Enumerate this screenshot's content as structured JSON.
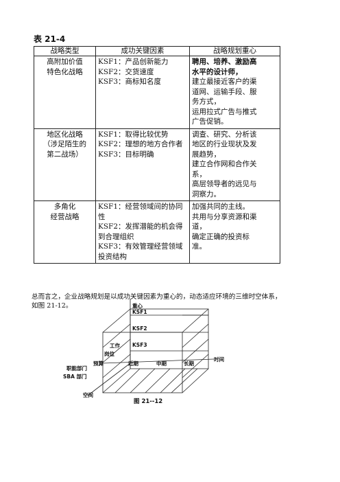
{
  "table_title": "表 21-4",
  "headers": [
    "战略类型",
    "成功关键因素",
    "战略规划重心"
  ],
  "rows": [
    {
      "type": [
        "高附加价值",
        "特色化战略"
      ],
      "ksf": [
        "KSF1：产品创新能力",
        "KSF2：交货速度",
        "KSF3：商标知名度"
      ],
      "focus_bold": [
        "聘用、培养、激励高",
        "水平的设计师，"
      ],
      "focus": [
        "建立最接近客户的渠",
        "道网、运输手段、服",
        "务方式，",
        "运用拉式广告与推式",
        "广告促销。"
      ]
    },
    {
      "type": [
        "地区化战略",
        "（涉足陌生的",
        "第二战场）"
      ],
      "ksf": [
        "KSF1：取得比较优势",
        "KSF2：理想的地方合作者",
        "KSF3：目标明确"
      ],
      "focus": [
        "调查、研究、分析该",
        "地区的行业现状及发",
        "展趋势，",
        "建立合作网和合作关",
        "系，",
        "高层领导者的远见与",
        "洞察力。"
      ]
    },
    {
      "type": [
        "多角化",
        "经营战略"
      ],
      "ksf": [
        "KSF1：经营领域间的协同",
        "性",
        "KSF2：发挥潜能的机会得",
        "到合理组织",
        "KSF3：有效管理经营领域",
        "投资结构"
      ],
      "focus": [
        "加强共同的主线。",
        "共用与分享资源和渠",
        "道，",
        "确定正确的投资标",
        "准。"
      ]
    }
  ],
  "summary": [
    "总而言之，企业战略规划是以成功关键因素为重心的，动态适应环境的三维时空体系，",
    "如图 21-12。"
  ],
  "figure": {
    "labels": {
      "focus": "重心",
      "ksf1": "KSF1",
      "ksf2": "KSF2",
      "ksf3": "KSF3",
      "work": "工作",
      "post": "岗位",
      "budget": "预算",
      "near": "近期",
      "mid": "中期",
      "long": "长期",
      "time": "时间",
      "func_dept": "职能部门",
      "sba_dept": "SBA 部门",
      "space": "空间"
    },
    "caption": "图 21--12"
  }
}
